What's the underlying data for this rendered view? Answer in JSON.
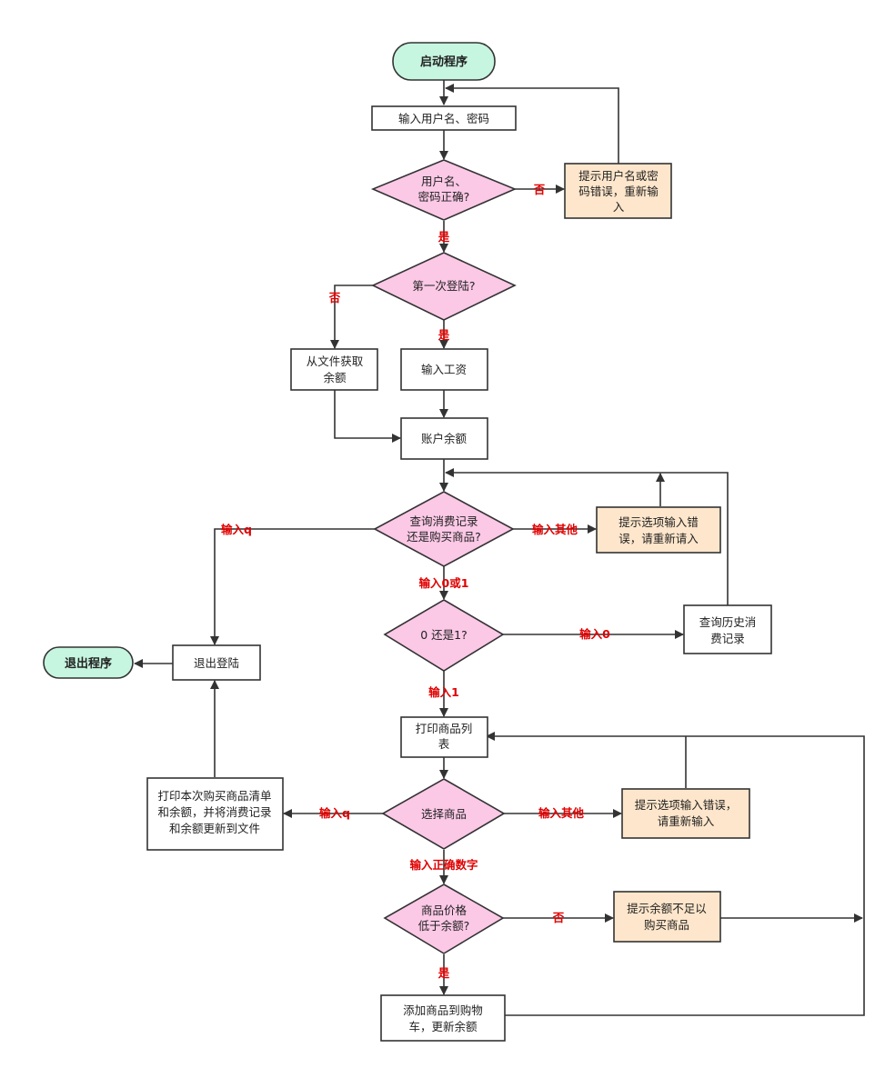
{
  "colors": {
    "terminal_fill": "#c6f5e0",
    "decision_fill": "#fbc8e6",
    "process_fill": "#ffffff",
    "warning_fill": "#fde6cb",
    "stroke": "#333333",
    "edge_label": "#e00000"
  },
  "nodes": {
    "start": "启动程序",
    "input_credentials": "输入用户名、密码",
    "check_credentials": [
      "用户名、",
      "密码正确?"
    ],
    "credentials_error": [
      "提示用户名或密",
      "码错误，重新输",
      "入"
    ],
    "first_login": "第一次登陆?",
    "balance_from_file": [
      "从文件获取",
      "余额"
    ],
    "input_salary": "输入工资",
    "account_balance": "账户余额",
    "query_or_buy": [
      "查询消费记录",
      "还是购买商品?"
    ],
    "option_error_1": [
      "提示选项输入错",
      "误，请重新请入"
    ],
    "zero_or_one": "0 还是1?",
    "query_history": [
      "查询历史消",
      "费记录"
    ],
    "logout": "退出登陆",
    "exit_program": "退出程序",
    "print_product_list": [
      "打印商品列",
      "表"
    ],
    "select_product": "选择商品",
    "option_error_2": [
      "提示选项输入错误，",
      "请重新输入"
    ],
    "print_receipt": [
      "打印本次购买商品清单",
      "和余额，并将消费记录",
      "和余额更新到文件"
    ],
    "price_check": [
      "商品价格",
      "低于余额?"
    ],
    "insufficient_balance": [
      "提示余额不足以",
      "购买商品"
    ],
    "add_to_cart": [
      "添加商品到购物",
      "车，更新余额"
    ]
  },
  "edge_labels": {
    "cred_no": "否",
    "cred_yes": "是",
    "first_no": "否",
    "first_yes": "是",
    "input_q_1": "输入q",
    "input_other_1": "输入其他",
    "input_0_or_1": "输入0或1",
    "input_0": "输入0",
    "input_1": "输入1",
    "input_q_2": "输入q",
    "input_other_2": "输入其他",
    "input_correct_number": "输入正确数字",
    "price_no": "否",
    "price_yes": "是"
  }
}
